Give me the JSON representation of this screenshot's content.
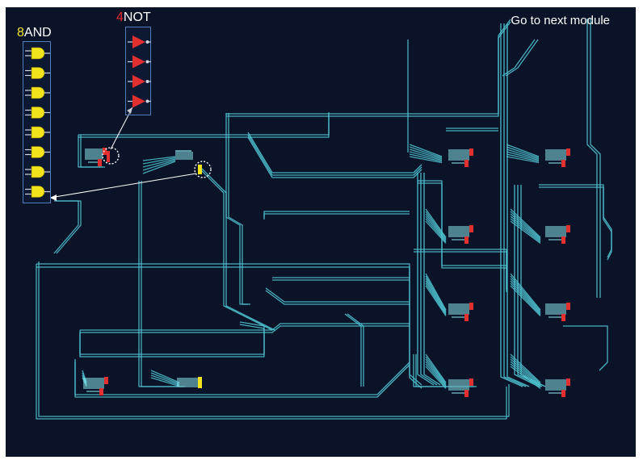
{
  "header": {
    "next_module_label": "Go to next module"
  },
  "palette": {
    "and": {
      "count": "8",
      "label": "AND",
      "count_color": "#f5e62b",
      "gate_color": "#f2e31c",
      "gate_count": 8
    },
    "not": {
      "count": "4",
      "label": "NOT",
      "count_color": "#e52b2b",
      "gate_color": "#e23030",
      "gate_count": 4
    }
  },
  "colors": {
    "background": "#0b1328",
    "wire": "#4fc3d0",
    "wire_bright": "#8ff0f5",
    "and_gate": "#f2e31c",
    "not_gate": "#e23030",
    "pointer": "#ffffff"
  }
}
